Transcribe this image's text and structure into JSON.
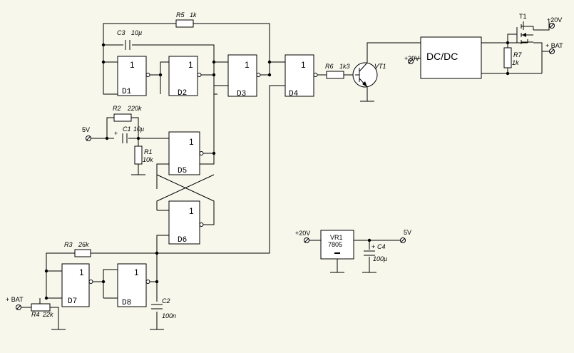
{
  "gates": {
    "d1": {
      "name": "D1",
      "func": "1"
    },
    "d2": {
      "name": "D2",
      "func": "1"
    },
    "d3": {
      "name": "D3",
      "func": "1"
    },
    "d4": {
      "name": "D4",
      "func": "1"
    },
    "d5": {
      "name": "D5",
      "func": "1"
    },
    "d6": {
      "name": "D6",
      "func": "1"
    },
    "d7": {
      "name": "D7",
      "func": "1"
    },
    "d8": {
      "name": "D8",
      "func": "1"
    }
  },
  "components": {
    "r5": {
      "ref": "R5",
      "value": "1k"
    },
    "c3": {
      "ref": "C3",
      "value": "10µ"
    },
    "r2": {
      "ref": "R2",
      "value": "220k"
    },
    "c1": {
      "ref": "C1",
      "value": "10µ"
    },
    "r1": {
      "ref": "R1",
      "value": "10k"
    },
    "r6": {
      "ref": "R6",
      "value": "1k3"
    },
    "vt1": {
      "ref": "VT1"
    },
    "dcdc": {
      "label": "DC/DC"
    },
    "t1": {
      "ref": "T1"
    },
    "r7": {
      "ref": "R7",
      "value": "1k"
    },
    "r3": {
      "ref": "R3",
      "value": "26k"
    },
    "r4": {
      "ref": "R4",
      "value": "22k"
    },
    "c2": {
      "ref": "C2",
      "value": "100n"
    },
    "vr1": {
      "ref": "VR1",
      "part": "7805"
    },
    "c4": {
      "ref": "C4",
      "value": "100µ"
    }
  },
  "nets": {
    "v5_in": "5V",
    "v20_dcdc": "+20V",
    "v20_t1": "+20V",
    "bat_out": "+ BAT",
    "bat_in": "+ BAT",
    "v20_vr": "+20V",
    "v5_out": "5V"
  },
  "polarity": {
    "plus": "+"
  }
}
